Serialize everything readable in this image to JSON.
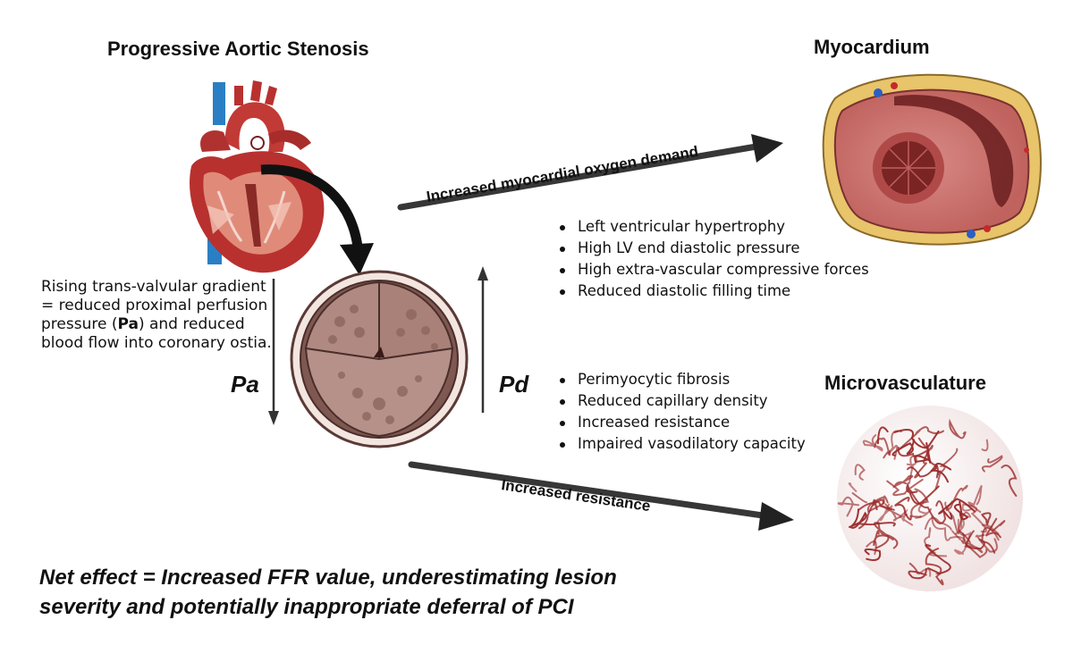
{
  "titles": {
    "stenosis": "Progressive Aortic Stenosis",
    "myocardium": "Myocardium",
    "microvasculature": "Microvasculature"
  },
  "description": {
    "line1": "Rising trans-valvular gradient = reduced proximal perfusion pressure (",
    "bold": "Pa",
    "line2": ") and reduced blood flow into coronary ostia."
  },
  "pressure_labels": {
    "pa": "Pa",
    "pd": "Pd"
  },
  "arrows": {
    "oxygen_demand": "Increased myocardial oxygen demand",
    "resistance": "Increased resistance"
  },
  "myocardium_effects": [
    "Left ventricular hypertrophy",
    "High LV end diastolic pressure",
    "High extra-vascular compressive forces",
    "Reduced diastolic filling time"
  ],
  "microvascular_effects": [
    "Perimyocytic fibrosis",
    "Reduced capillary density",
    "Increased resistance",
    "Impaired vasodilatory capacity"
  ],
  "net_effect": {
    "line1": "Net effect = Increased FFR value, underestimating lesion",
    "line2": "severity and potentially inappropriate deferral of PCI"
  },
  "colors": {
    "heart_red": "#b8312f",
    "heart_dark": "#7a1f1f",
    "vessel_blue": "#2a7fc4",
    "valve_tissue": "#9c7068",
    "myocardium_fat": "#e8c46a",
    "myocardium_muscle": "#c96f6b",
    "microvessel": "#9b2a2a"
  }
}
